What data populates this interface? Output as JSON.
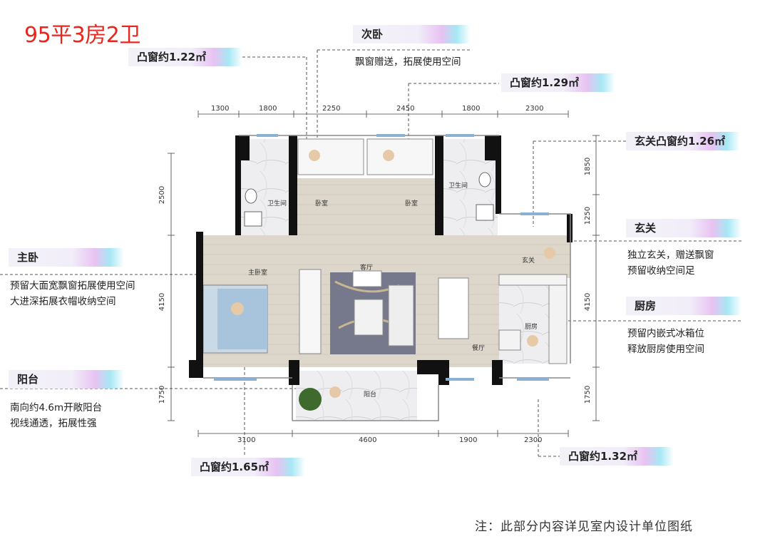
{
  "title": "95平3房2卫",
  "footnote": "注：此部分内容详见室内设计单位图纸",
  "callouts": {
    "ciwo": {
      "label": "次卧",
      "desc": "飘窗赠送，拓展使用空间"
    },
    "bay1": {
      "label": "凸窗约1.22㎡"
    },
    "bay2": {
      "label": "凸窗约1.29㎡"
    },
    "xuanguan_bay": {
      "label": "玄关凸窗约1.26㎡"
    },
    "xuanguan": {
      "label": "玄关",
      "desc1": "独立玄关，赠送飘窗",
      "desc2": "预留收纳空间足"
    },
    "zhuwo": {
      "label": "主卧",
      "desc1": "预留大面宽飘窗拓展使用空间",
      "desc2": "大进深拓展衣帽收纳空间"
    },
    "chufang": {
      "label": "厨房",
      "desc1": "预留内嵌式冰箱位",
      "desc2": "释放厨房使用空间"
    },
    "yangtai": {
      "label": "阳台",
      "desc1": "南向约4.6m开敞阳台",
      "desc2": "视线通透，拓展性强"
    },
    "bay3": {
      "label": "凸窗约1.65㎡"
    },
    "bay4": {
      "label": "凸窗约1.32㎡"
    }
  },
  "dimensions": {
    "top": [
      "1300",
      "1800",
      "2250",
      "2450",
      "1800",
      "2300"
    ],
    "bottom": [
      "3100",
      "4600",
      "1900",
      "2300"
    ],
    "left": [
      "2500",
      "4150",
      "1750"
    ],
    "right": [
      "1850",
      "1250",
      "4150",
      "1750"
    ]
  },
  "rooms": {
    "bath_left": "卫生间",
    "bed_left": "卧室",
    "bed_right": "卧室",
    "bath_right": "卫生间",
    "master": "主卧室",
    "living": "客厅",
    "entry": "玄关",
    "kitchen": "厨房",
    "dining": "餐厅",
    "balcony": "阳台"
  }
}
